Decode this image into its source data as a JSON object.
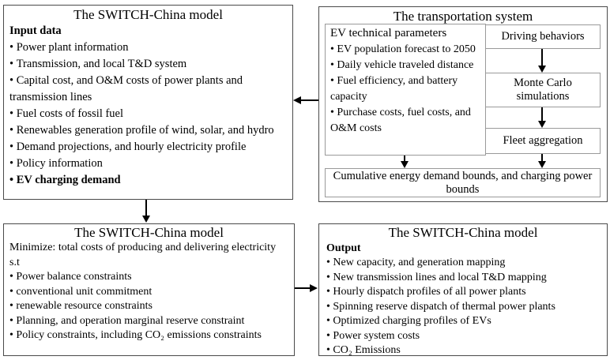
{
  "diagram": {
    "input_box": {
      "title": "The SWITCH-China model",
      "heading": "Input data",
      "items": [
        {
          "text": "Power plant information"
        },
        {
          "text": "Transmission, and local T&D system"
        },
        {
          "text": "Capital cost, and  O&M costs of power plants and transmission lines"
        },
        {
          "text": "Fuel costs of fossil fuel"
        },
        {
          "text": "Renewables generation profile of wind, solar, and hydro"
        },
        {
          "text": "Demand projections, and hourly electricity profile"
        },
        {
          "text": "Policy information"
        },
        {
          "text": "EV charging demand",
          "bold": true
        }
      ]
    },
    "transport_box": {
      "title": "The transportation system",
      "ev_params": {
        "heading": "EV technical parameters",
        "items": [
          {
            "text": "EV population forecast to 2050"
          },
          {
            "text": "Daily vehicle traveled distance"
          },
          {
            "text": "Fuel efficiency, and battery capacity"
          },
          {
            "text": "Purchase costs, fuel costs, and O&M costs"
          }
        ]
      },
      "driving_behaviors": "Driving behaviors",
      "monte_carlo": "Monte Carlo simulations",
      "fleet_aggregation": "Fleet aggregation",
      "cumulative": "Cumulative energy demand bounds, and charging power bounds"
    },
    "optimization_box": {
      "title": "The SWITCH-China model",
      "objective": "Minimize: total costs of producing and delivering electricity",
      "subject_to": "s.t",
      "items": [
        {
          "text": "Power balance constraints"
        },
        {
          "text": "conventional unit commitment"
        },
        {
          "text": "renewable resource constraints"
        },
        {
          "text": "Planning, and operation marginal reserve constraint"
        },
        {
          "text": "Policy constraints, including CO₂ emissions constraints"
        }
      ]
    },
    "output_box": {
      "title": "The SWITCH-China model",
      "heading": "Output",
      "items": [
        {
          "text": "New capacity, and generation mapping"
        },
        {
          "text": "New transmission lines and local T&D mapping"
        },
        {
          "text": "Hourly dispatch profiles of all power plants"
        },
        {
          "text": "Spinning reserve dispatch of thermal power plants"
        },
        {
          "text": "Optimized charging profiles of EVs"
        },
        {
          "text": "Power system costs"
        },
        {
          "text": "CO₂ Emissions"
        }
      ]
    },
    "colors": {
      "background": "#ffffff",
      "box_border": "#4a4a4a",
      "inner_box_border": "#9a9a9a",
      "arrow": "#000000",
      "text": "#000000"
    }
  }
}
